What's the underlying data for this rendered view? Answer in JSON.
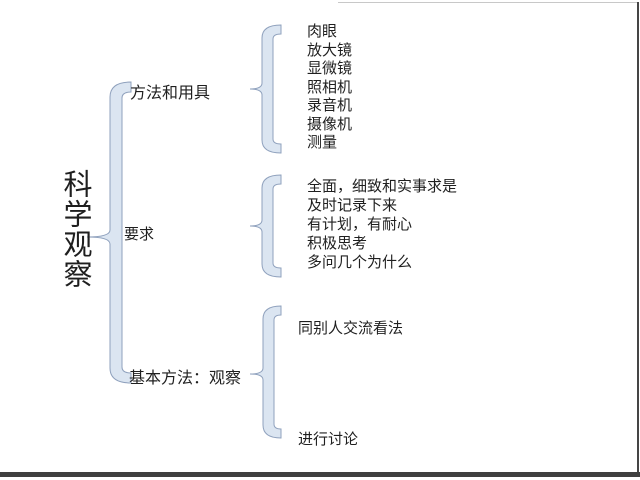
{
  "title": "科学观察",
  "branches": [
    {
      "label": "方法和用具",
      "items": [
        "肉眼",
        "放大镜",
        "显微镜",
        "照相机",
        "录音机",
        "摄像机",
        "测量"
      ]
    },
    {
      "label": "要求",
      "items": [
        "全面，细致和实事求是",
        "及时记录下来",
        "有计划，有耐心",
        "积极思考",
        "多问几个为什么"
      ]
    },
    {
      "label": "基本方法：观察",
      "items": [
        "同别人交流看法",
        "进行讨论"
      ]
    }
  ],
  "colors": {
    "brace_fill": "#dbe5f1",
    "brace_stroke": "#8fa1bd",
    "text": "#1f1f1f",
    "page_edge": "#3f3f3f"
  }
}
